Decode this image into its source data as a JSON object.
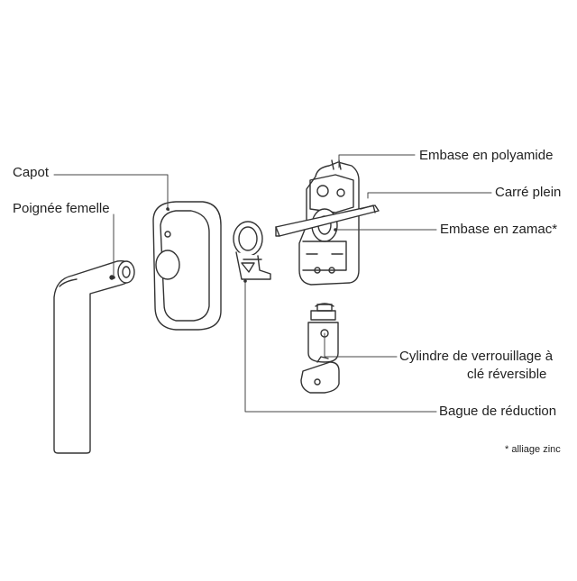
{
  "labels": {
    "capot": "Capot",
    "poignee": "Poignée femelle",
    "embase_polyamide": "Embase en polyamide",
    "carre_plein": "Carré plein",
    "embase_zamac": "Embase en zamac*",
    "cylindre_line1": "Cylindre de verrouillage à",
    "cylindre_line2": "clé réversible",
    "bague": "Bague de réduction",
    "footnote": "* alliage zinc"
  },
  "colors": {
    "stroke": "#333333",
    "leader": "#444444",
    "text": "#222222"
  }
}
